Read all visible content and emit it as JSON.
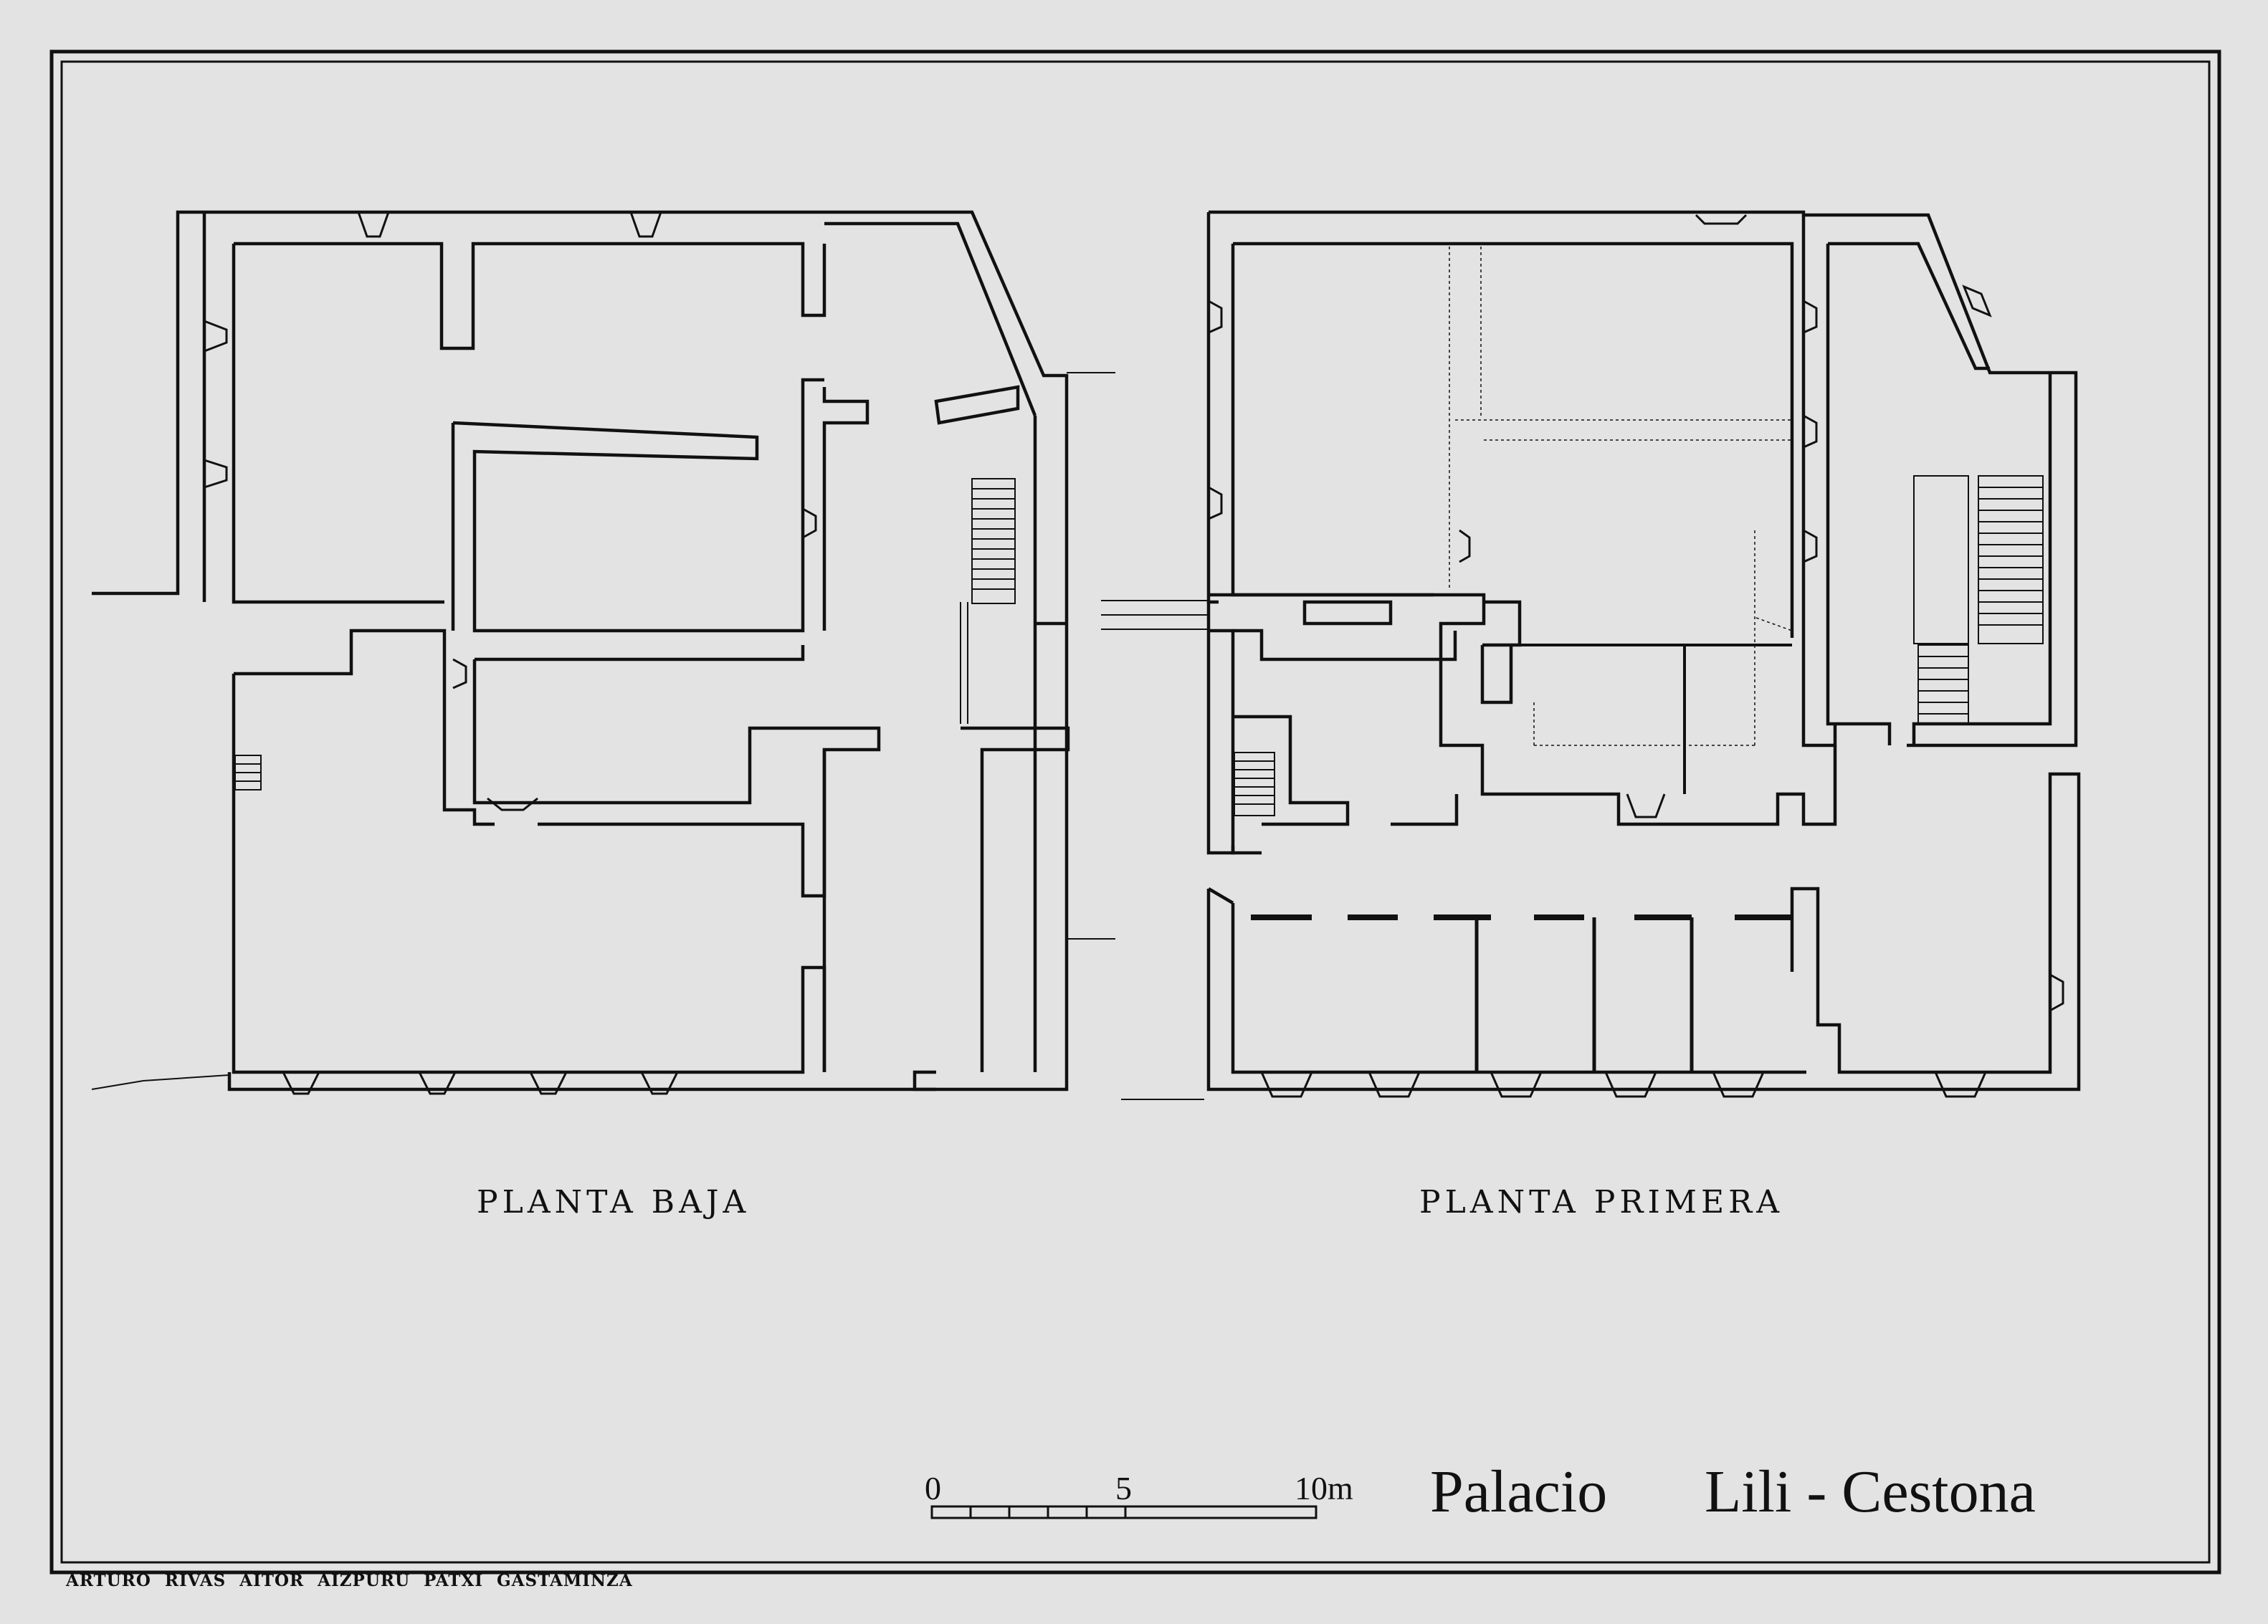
{
  "plans": {
    "ground_floor_label": "PLANTA BAJA",
    "first_floor_label": "PLANTA PRIMERA"
  },
  "title": {
    "building": "Palacio",
    "place": "Lili - Cestona"
  },
  "scale_bar": {
    "start": "0",
    "middle": "5",
    "end": "10m"
  },
  "authors": "ARTURO RIVAS   AITOR AIZPURU   PATXI GASTAMINZA",
  "colors": {
    "paper": "#e3e3e3",
    "ink": "#111111"
  }
}
